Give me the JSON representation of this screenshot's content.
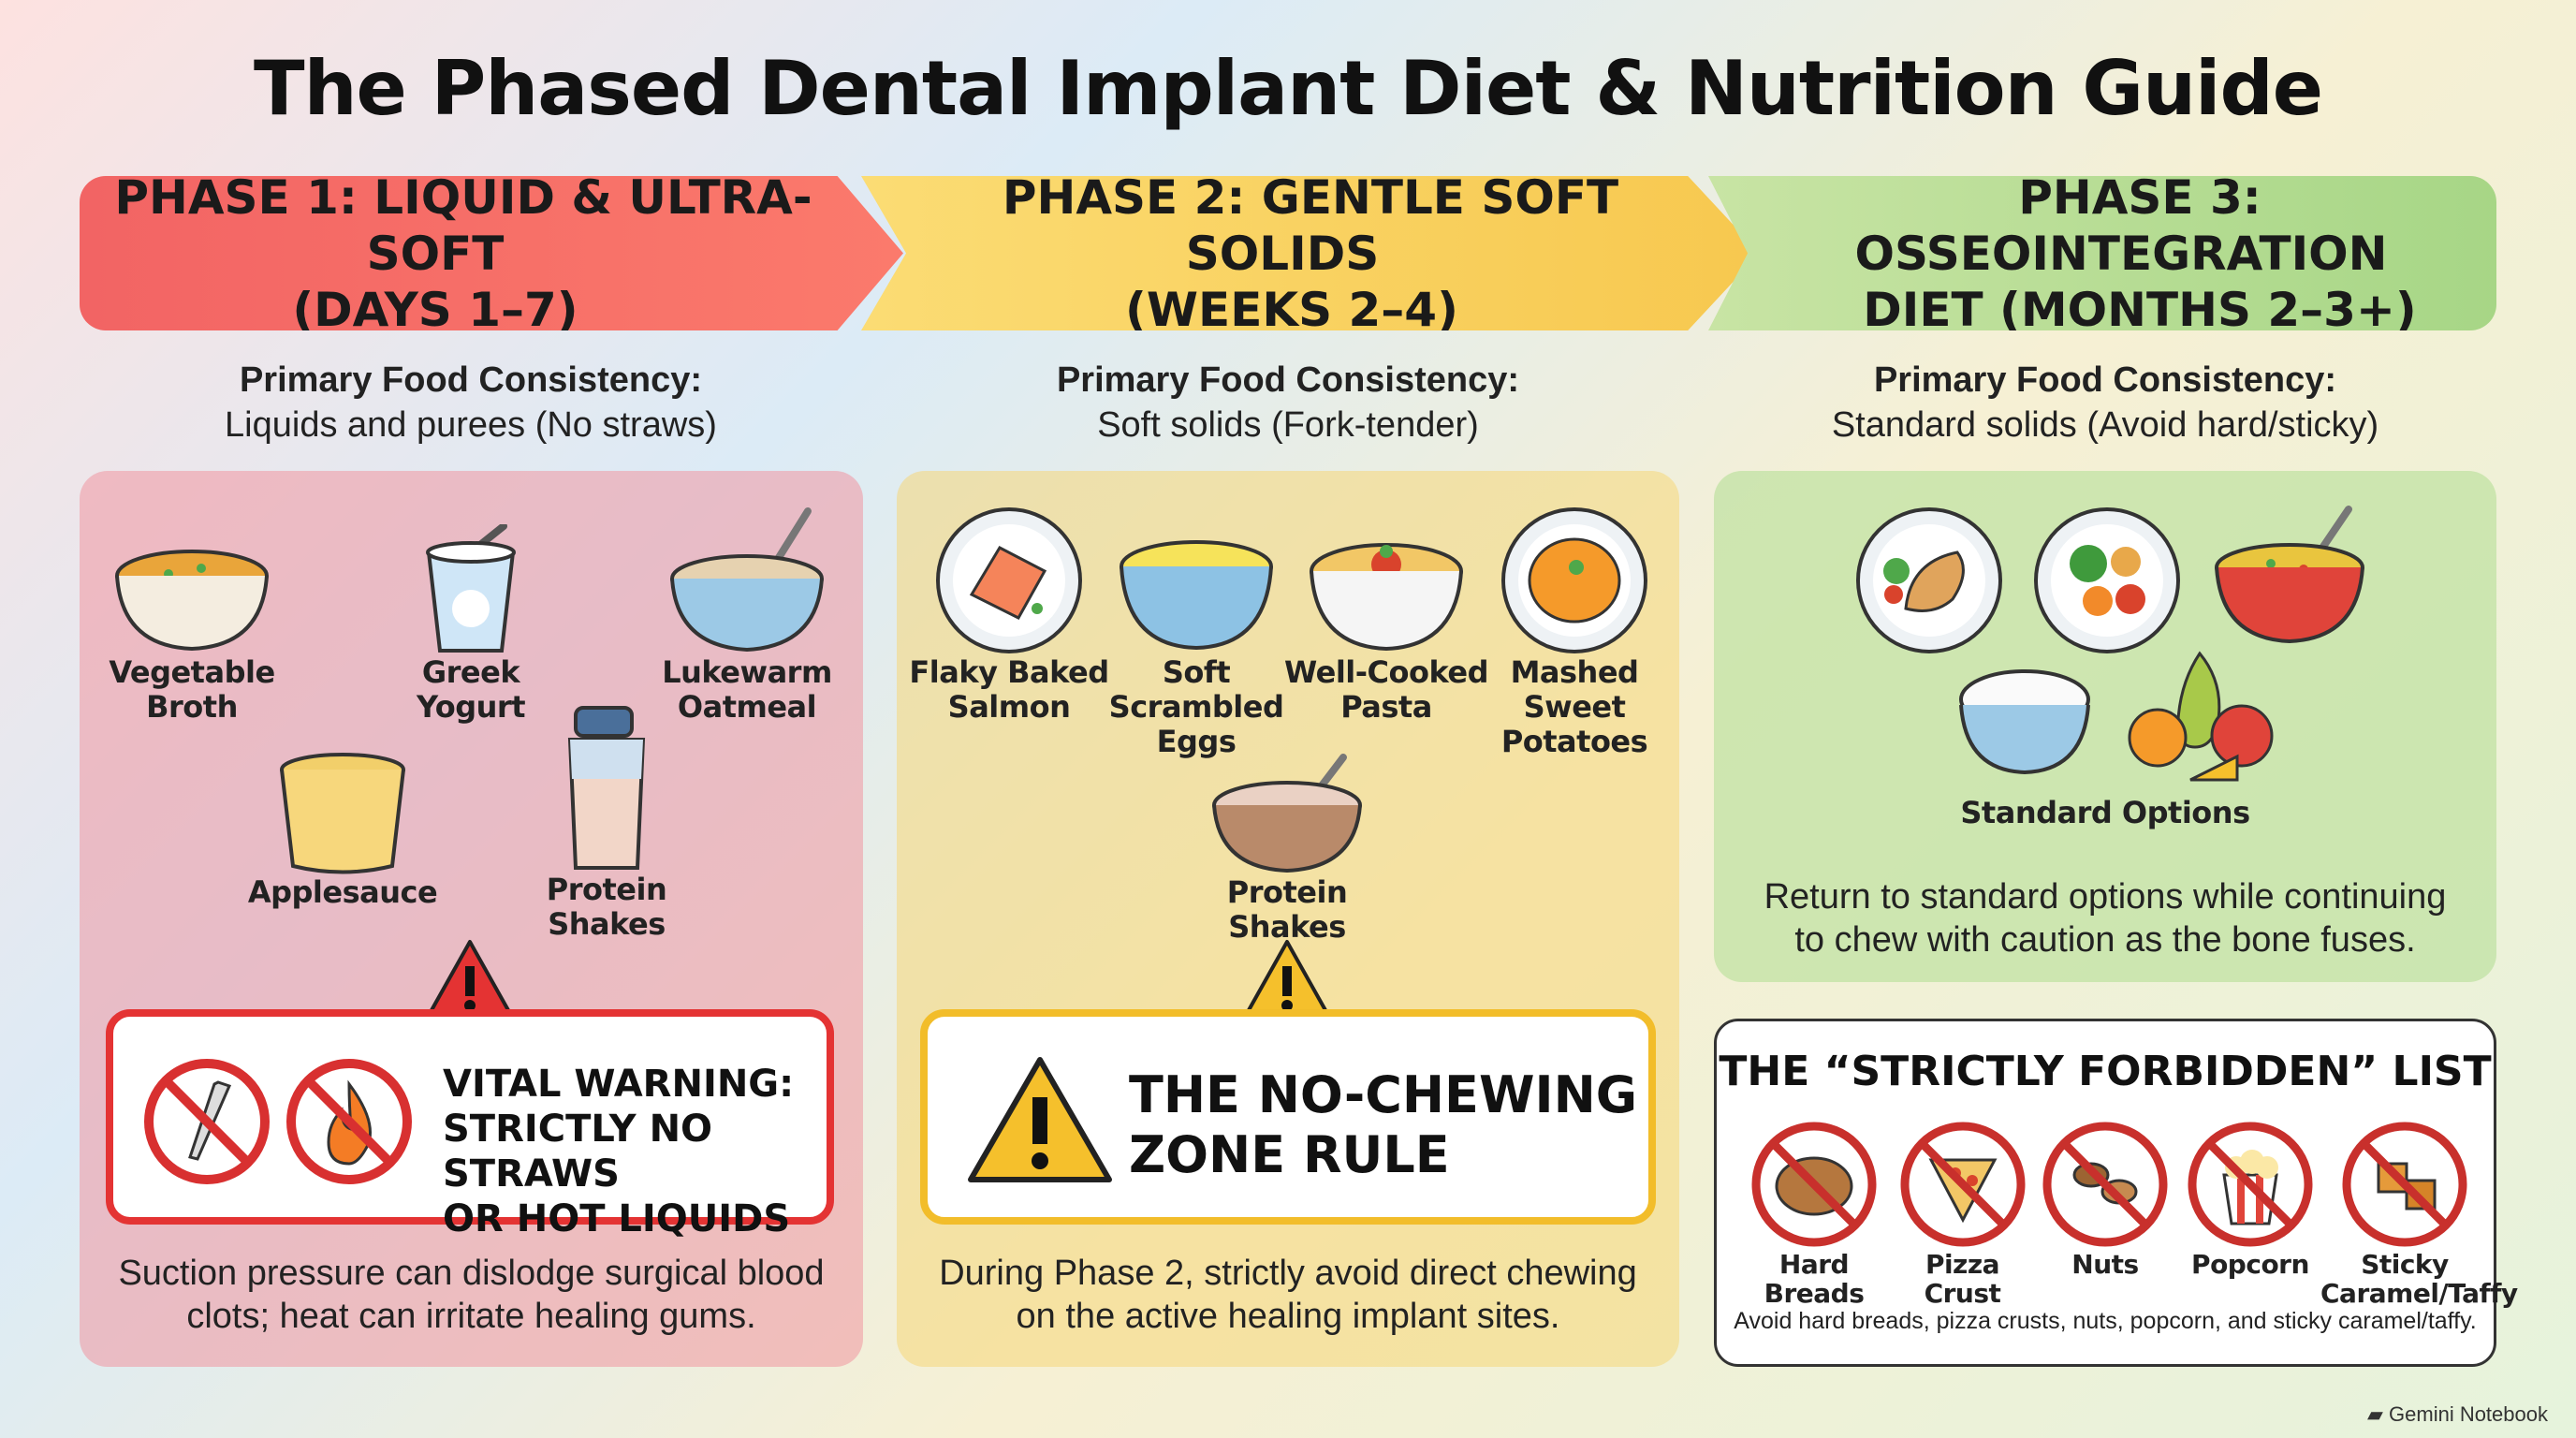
{
  "title": "The Phased Dental Implant Diet & Nutrition Guide",
  "phases": [
    {
      "title_line1": "PHASE 1: LIQUID & ULTRA-SOFT",
      "title_line2": "(DAYS 1–7)",
      "consistency_label": "Primary Food Consistency:",
      "consistency_value": "Liquids and purees (No straws)",
      "foods": [
        {
          "label_line1": "Vegetable",
          "label_line2": "Broth",
          "icon": "broth-bowl-icon"
        },
        {
          "label_line1": "Greek",
          "label_line2": "Yogurt",
          "icon": "yogurt-cup-icon"
        },
        {
          "label_line1": "Lukewarm",
          "label_line2": "Oatmeal",
          "icon": "oatmeal-bowl-icon"
        },
        {
          "label_line1": "Applesauce",
          "label_line2": "",
          "icon": "applesauce-cup-icon"
        },
        {
          "label_line1": "Protein",
          "label_line2": "Shakes",
          "icon": "shaker-bottle-icon"
        }
      ],
      "warning_line1": "VITAL WARNING:",
      "warning_line2": "STRICTLY NO STRAWS",
      "warning_line3": "OR HOT LIQUIDS",
      "description_line1": "Suction pressure can dislodge surgical blood",
      "description_line2": "clots; heat can irritate healing gums."
    },
    {
      "title_line1": "PHASE 2: GENTLE SOFT SOLIDS",
      "title_line2": "(WEEKS 2–4)",
      "consistency_label": "Primary Food Consistency:",
      "consistency_value": "Soft solids (Fork-tender)",
      "foods": [
        {
          "label_line1": "Flaky Baked",
          "label_line2": "Salmon",
          "label_line3": "",
          "icon": "salmon-plate-icon"
        },
        {
          "label_line1": "Soft",
          "label_line2": "Scrambled",
          "label_line3": "Eggs",
          "icon": "eggs-bowl-icon"
        },
        {
          "label_line1": "Well-Cooked",
          "label_line2": "Pasta",
          "label_line3": "",
          "icon": "pasta-bowl-icon"
        },
        {
          "label_line1": "Mashed",
          "label_line2": "Sweet",
          "label_line3": "Potatoes",
          "icon": "sweet-potato-plate-icon"
        },
        {
          "label_line1": "Protein Shakes",
          "label_line2": "",
          "label_line3": "",
          "icon": "shake-bowl-icon"
        }
      ],
      "warning_line1": "THE NO-CHEWING",
      "warning_line2": "ZONE RULE",
      "description_line1": "During Phase 2, strictly avoid direct chewing",
      "description_line2": "on the active healing implant sites."
    },
    {
      "title_line1": "PHASE 3: OSSEOINTEGRATION",
      "title_line2": "DIET (MONTHS 2–3+)",
      "consistency_label": "Primary Food Consistency:",
      "consistency_value": "Standard solids (Avoid hard/sticky)",
      "options_label": "Standard Options",
      "description_line1": "Return to standard options while continuing",
      "description_line2": "to chew with caution as the bone fuses."
    }
  ],
  "forbidden": {
    "title": "THE “STRICTLY FORBIDDEN” LIST",
    "items": [
      {
        "label_line1": "Hard",
        "label_line2": "Breads",
        "icon": "bread-icon"
      },
      {
        "label_line1": "Pizza Crust",
        "label_line2": "",
        "icon": "pizza-icon"
      },
      {
        "label_line1": "Nuts",
        "label_line2": "",
        "icon": "nuts-icon"
      },
      {
        "label_line1": "Popcorn",
        "label_line2": "",
        "icon": "popcorn-icon"
      },
      {
        "label_line1": "Sticky",
        "label_line2": "Caramel/Taffy",
        "icon": "caramel-icon"
      }
    ],
    "note": "Avoid hard breads, pizza crusts, nuts, popcorn, and sticky caramel/taffy."
  },
  "brand": "Gemini Notebook",
  "colors": {
    "phase1": "#f26464",
    "phase2": "#f7c84f",
    "phase3": "#a7d686",
    "warning_red": "#e43333",
    "warning_yellow": "#f2bd2a"
  }
}
